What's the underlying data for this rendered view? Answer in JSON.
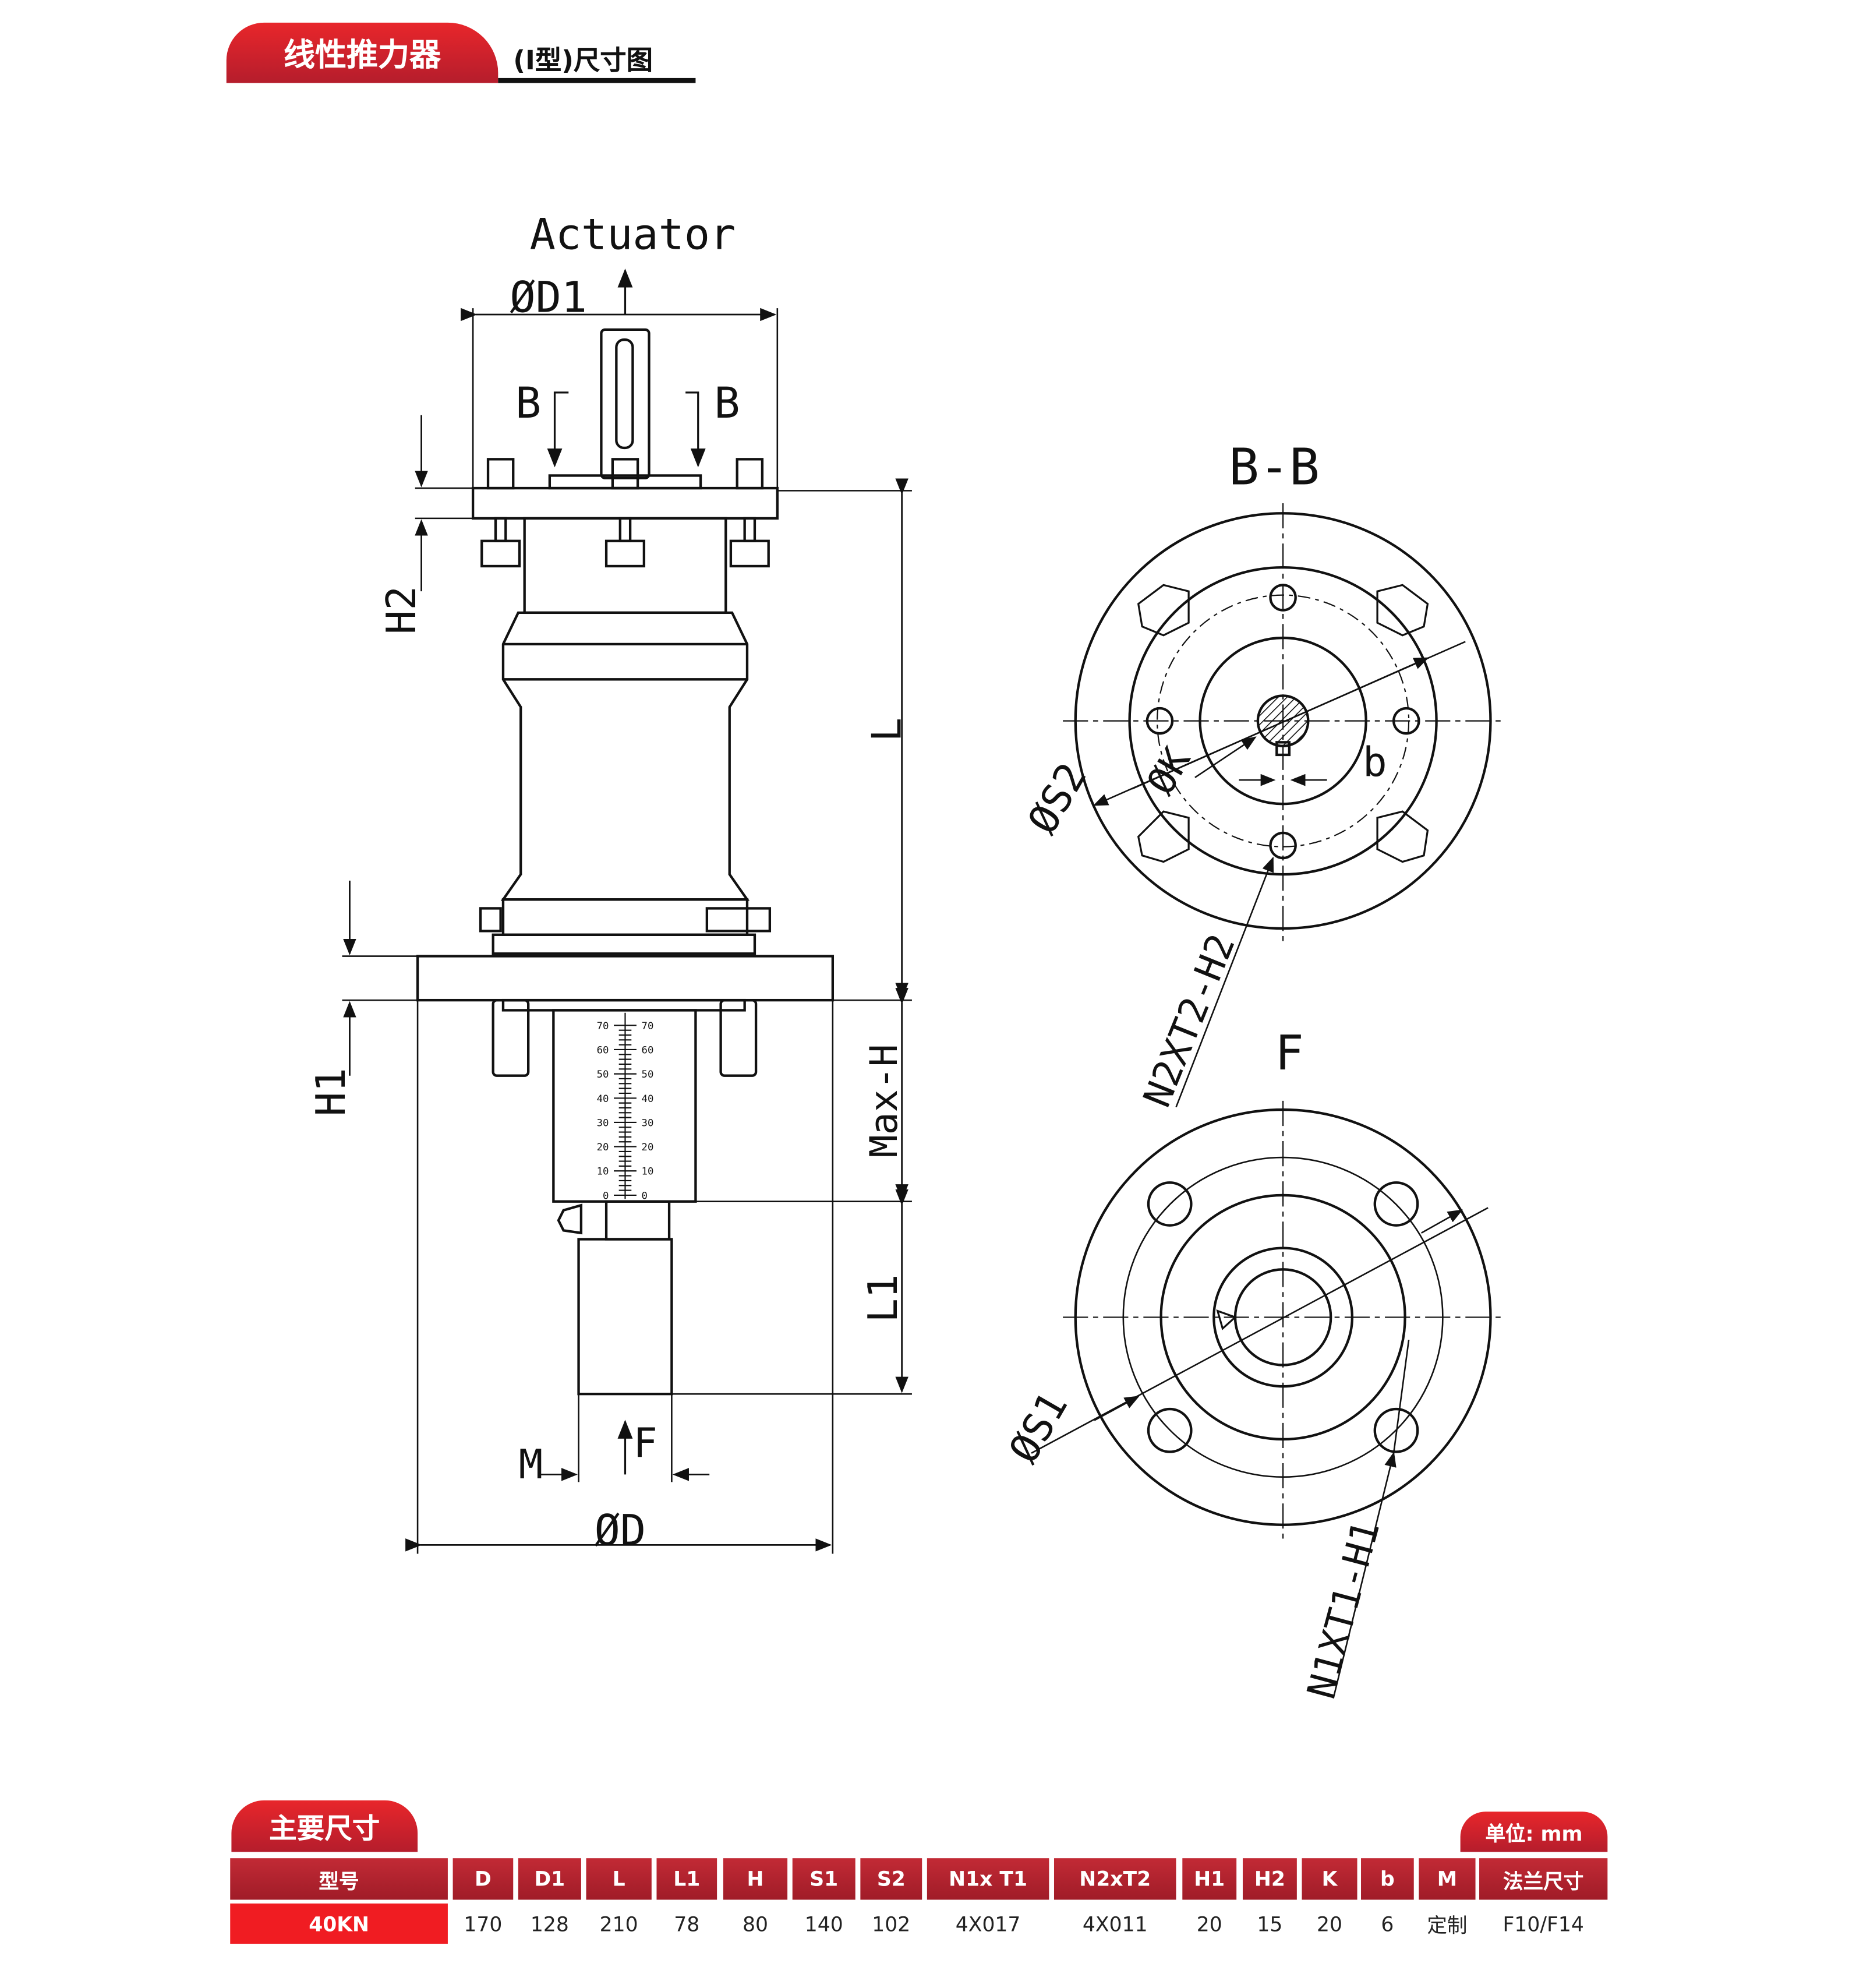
{
  "header": {
    "title": "线性推力器",
    "subtitle": "(I型)尺寸图"
  },
  "drawing": {
    "labels": {
      "actuator": "Actuator",
      "d1": "ØD1",
      "b_left": "B",
      "b_right": "B",
      "h2": "H2",
      "h1": "H1",
      "l": "L",
      "max_h": "Max-H",
      "l1": "L1",
      "m": "M",
      "f_arrow": "F",
      "d": "ØD",
      "section_bb": "B-B",
      "s2": "ØS2",
      "k": "ØK",
      "b_key": "b",
      "n2t2": "N2XT2-H2",
      "view_f": "F",
      "s1": "ØS1",
      "n1t1": "N1XT1-H1"
    },
    "scale_ticks": [
      "70",
      "60",
      "50",
      "40",
      "30",
      "20",
      "10",
      "0"
    ]
  },
  "table": {
    "section_title": "主要尺寸",
    "unit": "单位: mm",
    "headers": [
      "型号",
      "D",
      "D1",
      "L",
      "L1",
      "H",
      "S1",
      "S2",
      "N1x T1",
      "N2xT2",
      "H1",
      "H2",
      "K",
      "b",
      "M",
      "法兰尺寸"
    ],
    "rows": [
      [
        "40KN",
        "170",
        "128",
        "210",
        "78",
        "80",
        "140",
        "102",
        "4X017",
        "4X011",
        "20",
        "15",
        "20",
        "6",
        "定制",
        "F10/F14"
      ]
    ]
  }
}
